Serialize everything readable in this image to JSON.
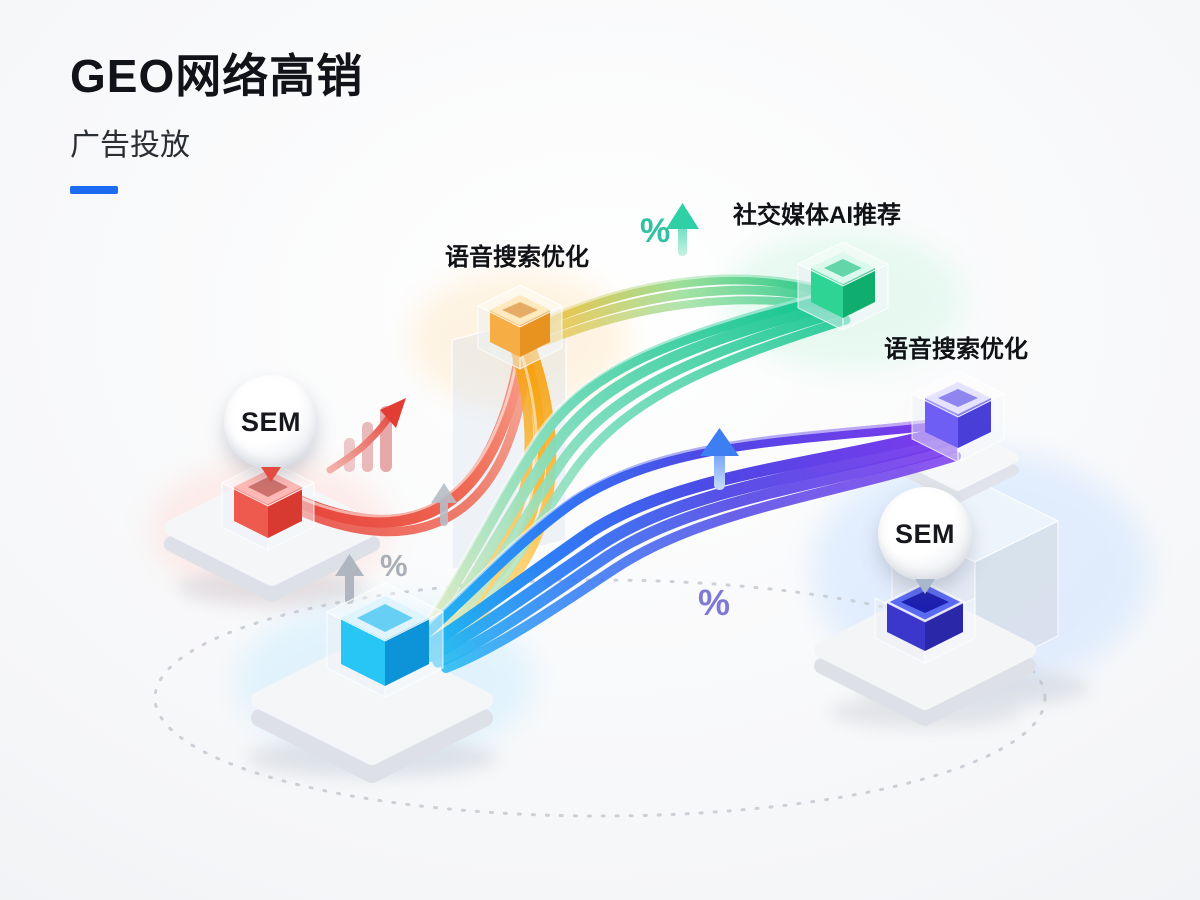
{
  "header": {
    "title": "GEO网络高销",
    "subtitle": "广告投放"
  },
  "labels": {
    "voice_left": "语音搜索优化",
    "social_ai": "社交媒体AI推荐",
    "voice_right": "语音搜索优化",
    "sem_left": "SEM",
    "sem_right": "SEM",
    "percent": "%"
  },
  "colors": {
    "accent_blue": "#1c6cf2",
    "red": "#e8433a",
    "orange": "#f5a623",
    "green": "#10b981",
    "teal": "#2fd0a6",
    "blue": "#3b82f6",
    "indigo": "#4f46e5",
    "purple": "#7c3aed",
    "cyan": "#22d3ee"
  }
}
